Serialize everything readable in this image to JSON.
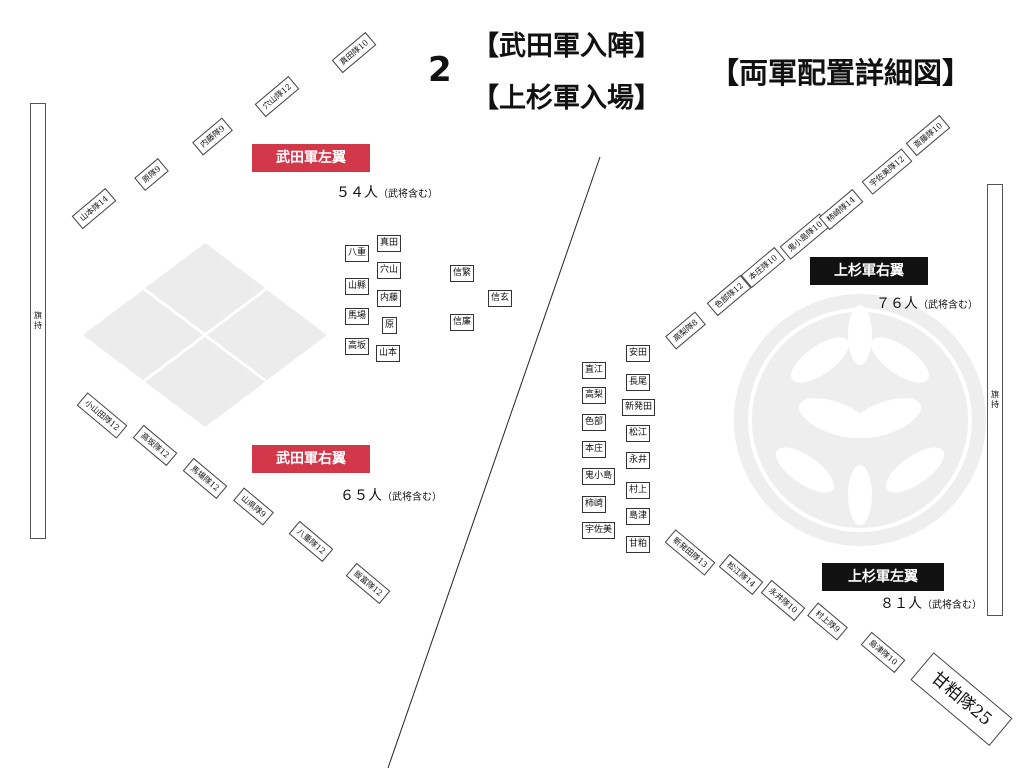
{
  "header": {
    "number": "2",
    "title_takeda": "【武田軍入陣】",
    "title_uesugi": "【上杉軍入場】",
    "title_main": "【両軍配置詳細図】"
  },
  "takeda": {
    "left_wing_label": "武田軍左翼",
    "left_wing_count": "５４人",
    "left_wing_note": "（武将含む）",
    "right_wing_label": "武田軍右翼",
    "right_wing_count": "６５人",
    "right_wing_note": "（武将含む）",
    "flag_label": "旗持",
    "generals": [
      "八重",
      "真田",
      "穴山",
      "山縣",
      "内藤",
      "馬場",
      "原",
      "高坂",
      "山本",
      "信繁",
      "信玄",
      "信廉"
    ],
    "left_troops": [
      "山本隊14",
      "原隊9",
      "内藤隊9",
      "穴山隊12",
      "真田隊10"
    ],
    "right_troops": [
      "小山田隊12",
      "高坂隊12",
      "馬場隊12",
      "山県隊9",
      "八重隊12",
      "飯富隊12"
    ]
  },
  "uesugi": {
    "right_wing_label": "上杉軍右翼",
    "right_wing_count": "７６人",
    "right_wing_note": "（武将含む）",
    "left_wing_label": "上杉軍左翼",
    "left_wing_count": "８１人",
    "left_wing_note": "（武将含む）",
    "flag_label": "旗持",
    "generals": [
      "安田",
      "直江",
      "長尾",
      "高梨",
      "新発田",
      "色部",
      "松江",
      "本庄",
      "永井",
      "鬼小島",
      "村上",
      "柿崎",
      "島津",
      "宇佐美",
      "甘粕"
    ],
    "right_troops": [
      "高梨隊8",
      "色部隊12",
      "本庄隊10",
      "鬼小島隊10",
      "柿崎隊14",
      "宇佐美隊12",
      "斎藤隊10"
    ],
    "left_troops": [
      "新発田隊13",
      "松江隊14",
      "永井隊10",
      "村上隊9",
      "島津隊10"
    ],
    "big_troop": "甘粕隊25"
  },
  "colors": {
    "takeda_accent": "#d2374a",
    "uesugi_accent": "#111111",
    "takeda_crest": "#ececec",
    "uesugi_crest": "#eeeeee"
  },
  "icons": {
    "takeda_crest": "takeda-bishi-crest-icon",
    "uesugi_crest": "uesugi-sasa-crest-icon"
  }
}
